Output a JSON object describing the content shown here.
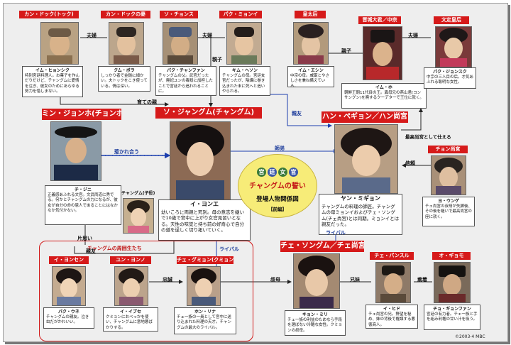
{
  "diagram": {
    "center": {
      "seals": [
        "宮",
        "廷",
        "女",
        "官"
      ],
      "title": "チャングムの誓い",
      "subtitle": "登場人物関係図",
      "edition": "【前編】"
    },
    "group_title": "チャングムの周囲生たち",
    "copyright": "©2003-4 MBC",
    "characters": [
      {
        "id": "kang",
        "name": "カン・ドック(トック)",
        "person": "イム・ヒョンシク",
        "desc": "特別宮廷料理人。お菓子を作んだりだけど、チャングムに愛情を注ぎ、彼女のためにあらゆる努力を惜しまない。"
      },
      {
        "id": "kangwife",
        "name": "カン・ドックの妻",
        "person": "クム・ボラ",
        "desc": "しっかり者で金銭に細かい。夫トックをこき使っている。情は深い。"
      },
      {
        "id": "sochon",
        "name": "ソ・チョンス",
        "person": "パク・チャンファン",
        "desc": "チャングムの父。武官だったが、廃妃ユンの毒殺に加担したことで宮廷から追われることに。"
      },
      {
        "id": "pak",
        "name": "パク・ミョンイ",
        "person": "キム・ヘソン",
        "desc": "チャングムの母。宮廷女官だったが、陰謀に巻き込まれた末に死へと追いやられる。"
      },
      {
        "id": "queenmother",
        "name": "皇太后",
        "person": "イム・エシン",
        "desc": "中宗の母。威厳とやさしさを兼ね備えている。"
      },
      {
        "id": "king",
        "name": "晋城大君／中宗",
        "person": "イム・ホ",
        "desc": "朝鮮王朝11代目の王。異母兄の燕山君(ヨンサングン)を廃するクーデターで王位に就く。"
      },
      {
        "id": "queen",
        "name": "文定皇后",
        "person": "パク・ジョンスク",
        "desc": "中宗の三人目の后。才気あふれる聡明な女性。"
      },
      {
        "id": "min",
        "name": "ミン・ジョンホ(チョンホ)",
        "person": "チ・ジニ",
        "desc": "正義感あふれる文官。文武両道に秀でる。何かとチャングムの力になるが、彼女が自分の命の恩人であることにはなかなか気付かない。"
      },
      {
        "id": "jang",
        "name": "ソ・ジャングム(チャングム)",
        "person": "イ・ヨンエ",
        "desc": "幼いころに両親と死別。母の意志を継いで10歳で宮中に上がり女官見習いとなる。天性の味覚と持ち前の好奇心で自分の道を逞しく切り拓いていく。"
      },
      {
        "id": "han",
        "name": "ハン・ペギョン／ハン尚宮",
        "person": "ヤン・ミギョン",
        "desc": "チャングムの料理の師匠。チャングムの母ミョンイおよびチェ・ソングム(チェ尚宮)とは同期。ミョンイとは親友だった。"
      },
      {
        "id": "jeong",
        "name": "チョン尚宮",
        "person": "ヨ・ウンゲ",
        "desc": "チェ尚宮の叔母が失脚後、その後を継いで最高尚宮の座に就く。"
      },
      {
        "id": "yeonsaeng",
        "name": "イ・ヨンセン",
        "person": "パク・ウネ",
        "desc": "チャングムの親友。泣き虫だがかわいい。"
      },
      {
        "id": "yun",
        "name": "ユン・ヨンノ",
        "person": "イ・イブセ",
        "desc": "クミョンにおべっかを使い、チャングムに意地悪ばかりする。"
      },
      {
        "id": "kumyong",
        "name": "チェ・グミョン(クミョン)",
        "person": "ホン・リナ",
        "desc": "チェ一族の一員として宮中に送り込まれた料理の天才。チャングムの最大のライバル。"
      },
      {
        "id": "choe",
        "name": "チェ・ソングム／チェ尚宮",
        "person": "キョン・ミリ",
        "desc": "チェ一族の利益のためなら手段を選ばない冷酷な女性。クミョンの叔母。"
      },
      {
        "id": "pansul",
        "name": "チェ・パンスル",
        "person": "イ・ヒド",
        "desc": "チェ尚宮の兄。野望を秘め、妹の背後で権謀する悪徳商人。"
      },
      {
        "id": "oh",
        "name": "オ・ギョモ",
        "person": "チョ・ギョンファン",
        "desc": "宮廷の有力者。チェ一族と手を組み利権の甘い汁を吸う。"
      }
    ],
    "child_role": "チャングム(子役)",
    "labels": {
      "couple": "夫婦",
      "raised": "育ての親",
      "parents": "親子",
      "friend": "親友",
      "teacher": "師弟",
      "mutual": "惹かれ合う",
      "serves": "最高尚宮として仕える",
      "trust": "信頼",
      "unrequited": "片思い",
      "rival": "ライバル",
      "loyal": "忠誠",
      "aunt": "叔母",
      "sibling": "兄妹",
      "collusion": "癒着"
    }
  }
}
